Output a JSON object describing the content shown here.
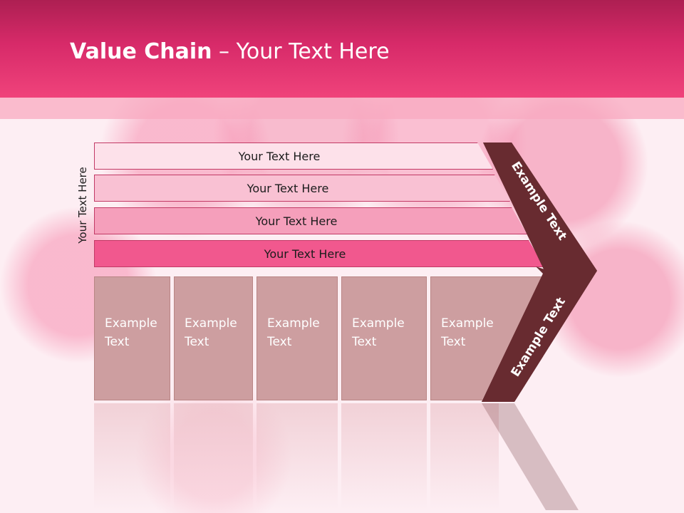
{
  "slide": {
    "title_bold": "Value Chain",
    "title_rest": " – Your Text Here",
    "side_label": "Your Text Here",
    "rows": [
      {
        "label": "Your Text Here",
        "color": "#fde1ea"
      },
      {
        "label": "Your Text Here",
        "color": "#f9c1d3"
      },
      {
        "label": "Your Text Here",
        "color": "#f59fbb"
      },
      {
        "label": "Your Text Here",
        "color": "#f1588e"
      }
    ],
    "cells": [
      {
        "line1": "Example",
        "line2": "Text"
      },
      {
        "line1": "Example",
        "line2": "Text"
      },
      {
        "line1": "Example",
        "line2": "Text"
      },
      {
        "line1": "Example",
        "line2": "Text"
      },
      {
        "line1": "Example",
        "line2": "Text"
      }
    ],
    "arrow_top_text": "Example Text",
    "arrow_bottom_text": "Example Text",
    "colors": {
      "header": "#d72a69",
      "arrow": "#682b30",
      "cell": "#cd9ea0"
    }
  }
}
